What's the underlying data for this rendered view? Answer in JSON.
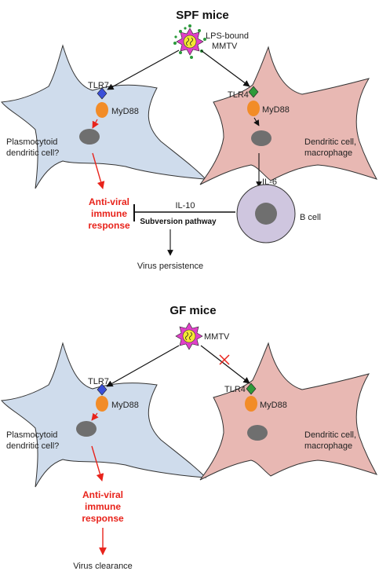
{
  "spf": {
    "title": "SPF mice",
    "virus_label_1": "LPS-bound",
    "virus_label_2": "MMTV",
    "tlr7": "TLR7",
    "tlr4": "TLR4",
    "myd88_left": "MyD88",
    "myd88_right": "MyD88",
    "pdc_label_1": "Plasmocytoid",
    "pdc_label_2": "dendritic cell?",
    "dc_label_1": "Dendritic cell,",
    "dc_label_2": "macrophage",
    "il6": "IL-6",
    "il10": "IL-10",
    "bcell": "B cell",
    "subversion": "Subversion pathway",
    "response_1": "Anti-viral",
    "response_2": "immune",
    "response_3": "response",
    "outcome": "Virus persistence"
  },
  "gf": {
    "title": "GF mice",
    "virus_label": "MMTV",
    "tlr7": "TLR7",
    "tlr4": "TLR4",
    "myd88_left": "MyD88",
    "myd88_right": "MyD88",
    "pdc_label_1": "Plasmocytoid",
    "pdc_label_2": "dendritic cell?",
    "dc_label_1": "Dendritic cell,",
    "dc_label_2": "macrophage",
    "response_1": "Anti-viral",
    "response_2": "immune",
    "response_3": "response",
    "outcome": "Virus clearance"
  },
  "colors": {
    "pdc_fill": "#cfdcec",
    "dc_fill": "#e8b8b3",
    "bcell_fill": "#cfc6df",
    "nucleus": "#6f6f6f",
    "myd88": "#f28c28",
    "tlr7": "#3a4fd9",
    "tlr4": "#2f9a3a",
    "red": "#e8231b",
    "virus_star": "#e040c8",
    "virus_core": "#f5e832",
    "lps_dots": "#2a9a3a"
  }
}
